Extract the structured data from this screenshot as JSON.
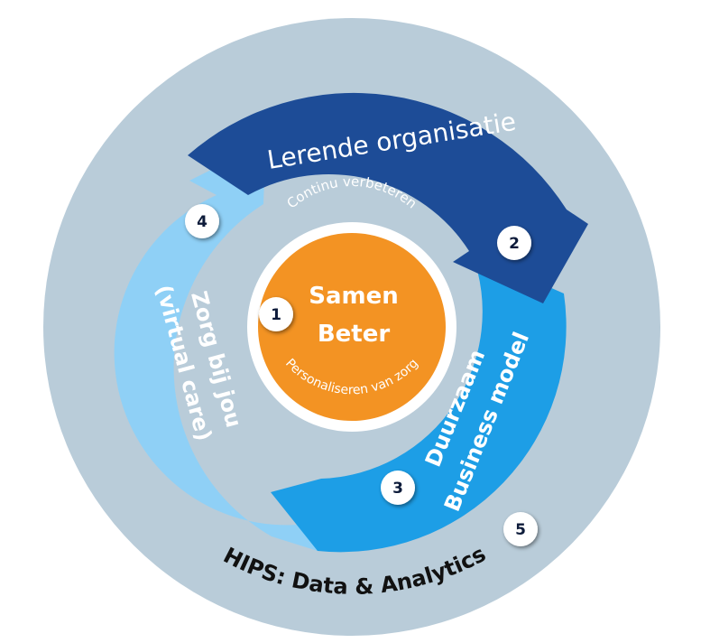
{
  "colors": {
    "outer_ring": "#b9ccd9",
    "band_dark": "#1d4c97",
    "band_mid": "#1d9ee6",
    "band_light": "#8fd0f6",
    "center": "#f39323",
    "center_border": "#ffffff",
    "badge_fill": "#ffffff",
    "badge_text": "#0d1b3a",
    "label_text": "#ffffff",
    "outer_text": "#111111"
  },
  "center": {
    "title_line1": "Samen",
    "title_line2": "Beter",
    "arc_top": "Continu verbeteren",
    "arc_bottom": "Personaliseren van zorg"
  },
  "segments": [
    {
      "label": "Lerende organisatie"
    },
    {
      "line1": "Duurzaam",
      "line2": "Business model"
    },
    {
      "line1": "Zorg bij jou",
      "line2": "(virtual care)"
    }
  ],
  "outer_label": "HIPS: Data & Analytics",
  "badges": [
    "1",
    "2",
    "3",
    "4",
    "5"
  ]
}
